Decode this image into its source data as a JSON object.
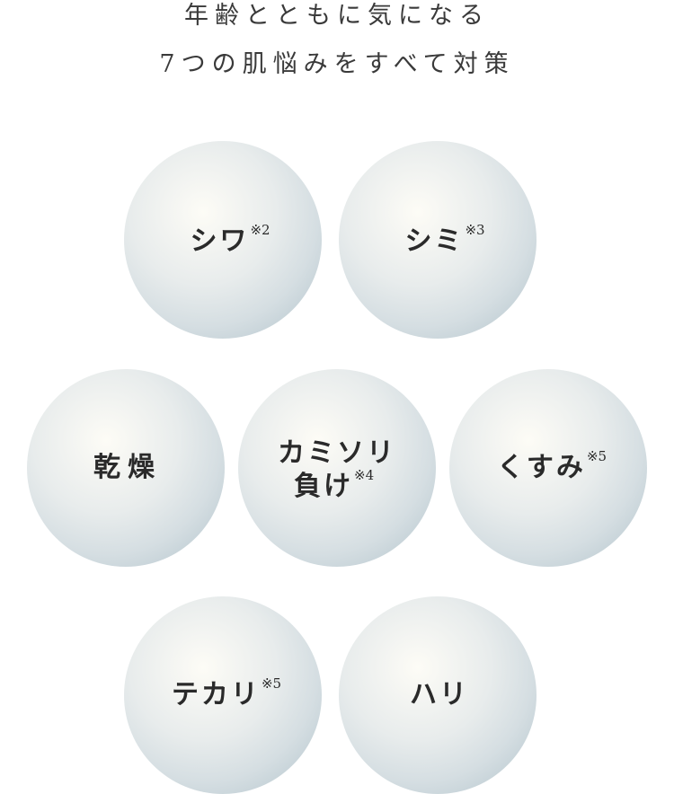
{
  "heading": {
    "line1": "年齢とともに気になる",
    "line2": "7つの肌悩みをすべて対策"
  },
  "concerns": [
    {
      "label": "シワ",
      "note": "※2"
    },
    {
      "label": "シミ",
      "note": "※3"
    },
    {
      "label": "乾燥",
      "note": ""
    },
    {
      "label_line1": "カミソリ",
      "label_line2": "負け",
      "note": "※4"
    },
    {
      "label": "くすみ",
      "note": "※5"
    },
    {
      "label": "テカリ",
      "note": "※5"
    },
    {
      "label": "ハリ",
      "note": ""
    }
  ],
  "colors": {
    "text": "#2a2a2a",
    "ball_highlight": "#fdfcf6",
    "ball_shadow": "#b3c4cc",
    "background": "#ffffff"
  }
}
